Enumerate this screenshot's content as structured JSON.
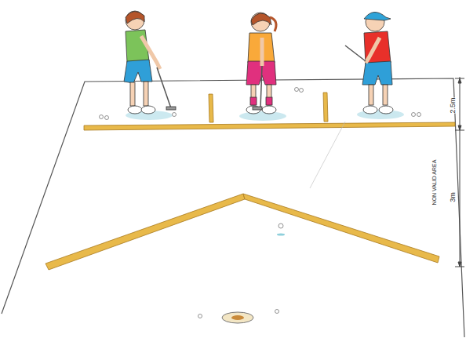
{
  "diagram": {
    "labels": [
      "2.5m",
      "3m",
      "NON VALID AREA"
    ]
  }
}
